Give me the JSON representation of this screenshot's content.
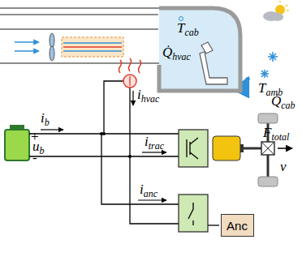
{
  "diagram": {
    "nodes": [
      {
        "text": [
          "Tcab",
          "Q̇hvac"
        ]
      },
      {
        "text": [
          "Anc"
        ]
      }
    ],
    "labels": [
      "Tamb",
      "Q̇cab",
      "ihvac",
      "ib",
      "+",
      "ub",
      "-",
      "itrac",
      "Ftotal",
      "v",
      "ianc"
    ]
  }
}
